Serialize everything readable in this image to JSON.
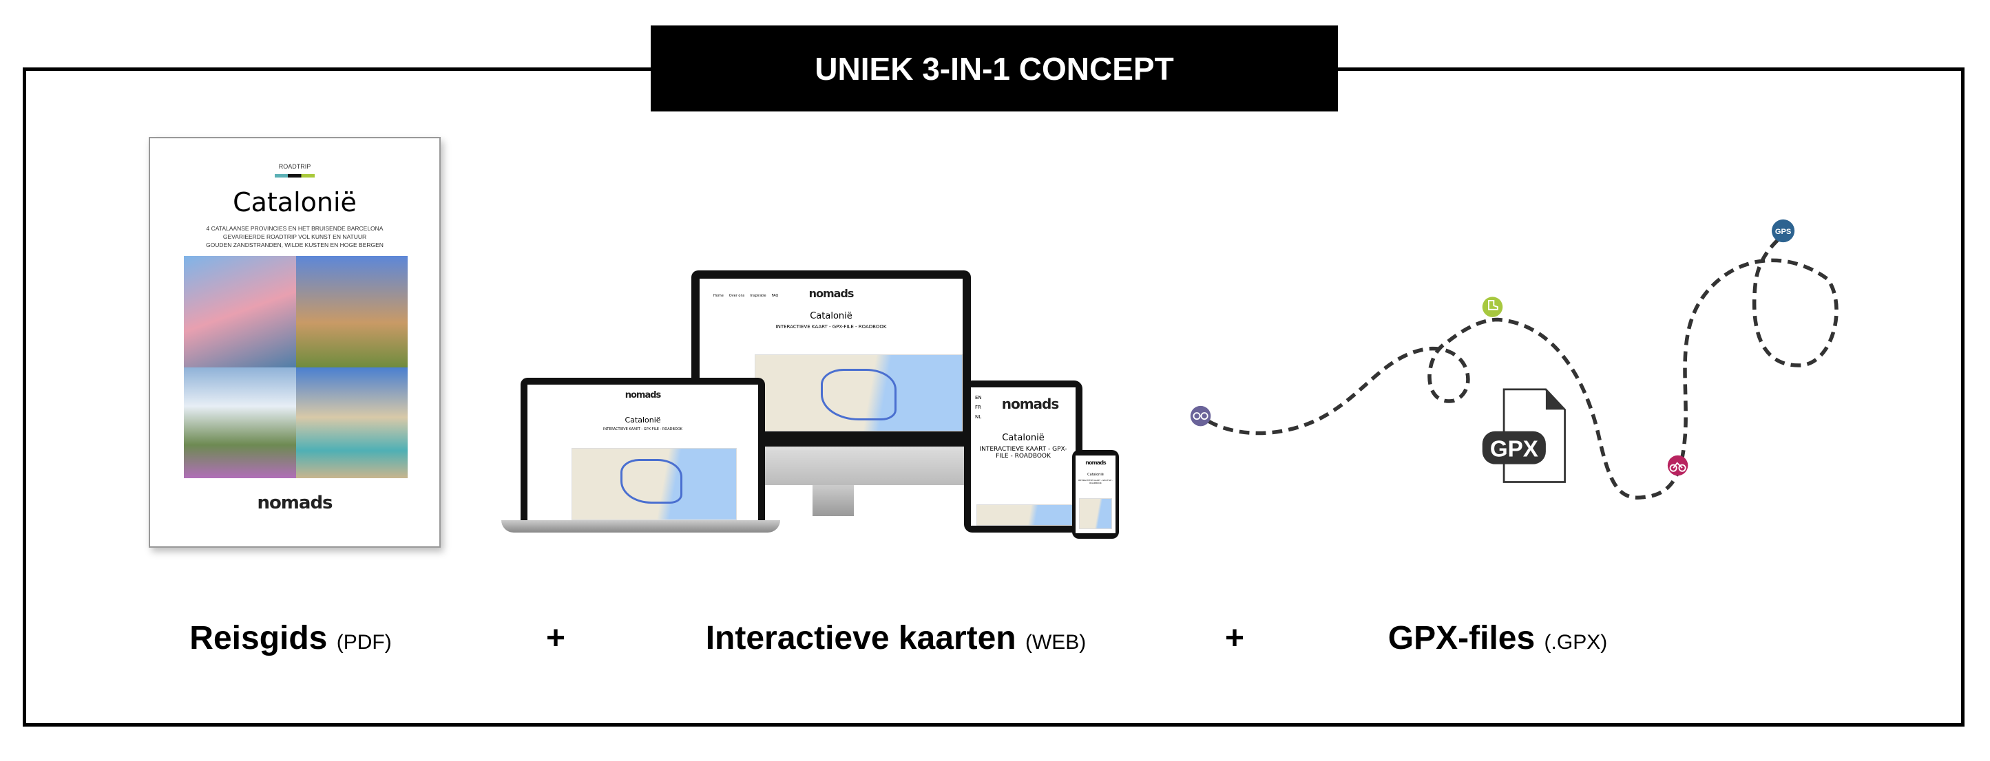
{
  "header": {
    "title": "UNIEK 3-IN-1 CONCEPT"
  },
  "guide": {
    "kicker": "ROADTRIP",
    "title": "Catalonië",
    "subtitle_lines": [
      "4 CATALAANSE PROVINCIES EN HET BRUISENDE BARCELONA",
      "GEVARIEERDE ROADTRIP VOL KUNST EN NATUUR",
      "GOUDEN ZANDSTRANDEN, WILDE KUSTEN EN HOGE BERGEN"
    ],
    "logo": "nomads"
  },
  "web": {
    "logo": "nomads",
    "nav": [
      "Home",
      "Over ons",
      "Inspiratie",
      "FAQ"
    ],
    "langs": [
      "EN",
      "FR",
      "NL"
    ],
    "page_title": "Catalonië",
    "page_subtitle": "INTERACTIEVE KAART - GPX-FILE - ROADBOOK"
  },
  "gpx": {
    "file_label": "GPX",
    "pins": [
      {
        "icon": "binoculars-icon",
        "color": "#6a6399"
      },
      {
        "icon": "hiking-boot-icon",
        "color": "#a7c83f"
      },
      {
        "icon": "bicycle-icon",
        "color": "#b8235f"
      },
      {
        "label": "GPS",
        "color": "#2d6390"
      }
    ]
  },
  "features": [
    {
      "name": "Reisgids",
      "format": "(PDF)"
    },
    {
      "name": "Interactieve kaarten",
      "format": "(WEB)"
    },
    {
      "name": "GPX-files",
      "format": "(.GPX)"
    }
  ],
  "plus": "+"
}
